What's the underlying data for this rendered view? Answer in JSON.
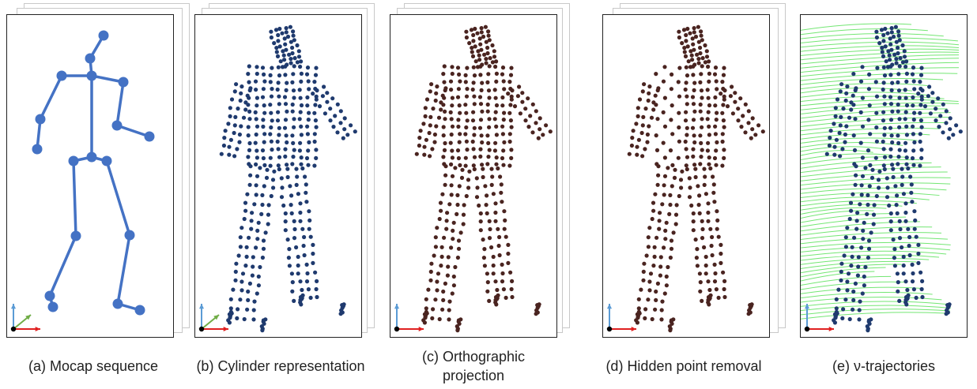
{
  "panels": [
    {
      "id": "a",
      "caption": "(a) Mocap sequence"
    },
    {
      "id": "b",
      "caption": "(b) Cylinder representation"
    },
    {
      "id": "c",
      "caption": "(c) Orthographic\nprojection"
    },
    {
      "id": "d",
      "caption": "(d) Hidden point removal"
    },
    {
      "id": "e",
      "caption": "(e) ν-trajectories"
    }
  ],
  "colors": {
    "skeleton": "#4472c4",
    "cylinder_points": "#1f3a6e",
    "projected_points": "#4a2420",
    "trajectories": "#44dd44",
    "axis_x": "#e02020",
    "axis_y": "#5b9bd5",
    "axis_z": "#70ad47"
  }
}
